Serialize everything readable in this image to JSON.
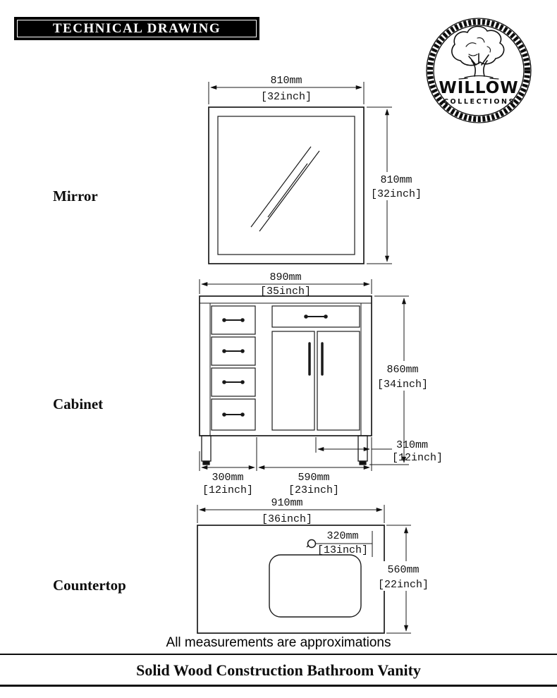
{
  "header": {
    "title": "TECHNICAL DRAWING"
  },
  "logo": {
    "name": "WILLOW",
    "subtitle": "COLLECTIONS"
  },
  "sections": {
    "mirror": {
      "label": "Mirror",
      "width_mm": "810mm",
      "width_in": "[32inch]",
      "height_mm": "810mm",
      "height_in": "[32inch]"
    },
    "cabinet": {
      "label": "Cabinet",
      "width_mm": "890mm",
      "width_in": "[35inch]",
      "height_mm": "860mm",
      "height_in": "[34inch]",
      "door_mm": "310mm",
      "door_in": "[12inch]",
      "left_section_mm": "300mm",
      "left_section_in": "[12inch]",
      "right_section_mm": "590mm",
      "right_section_in": "[23inch]"
    },
    "countertop": {
      "label": "Countertop",
      "width_mm": "910mm",
      "width_in": "[36inch]",
      "depth_mm": "560mm",
      "depth_in": "[22inch]",
      "faucet_mm": "320mm",
      "faucet_in": "[13inch]"
    }
  },
  "footer": {
    "note": "All measurements are approximations",
    "title": "Solid Wood Construction Bathroom Vanity"
  }
}
